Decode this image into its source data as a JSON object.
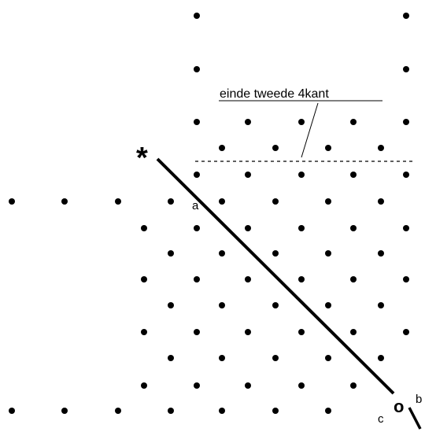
{
  "annotation": {
    "text": "einde tweede 4kant"
  },
  "markers": {
    "start": "*",
    "end": "o"
  },
  "labels": {
    "a": "a",
    "b": "b",
    "c": "c"
  },
  "colors": {
    "ink": "#000000",
    "background": "#ffffff"
  }
}
